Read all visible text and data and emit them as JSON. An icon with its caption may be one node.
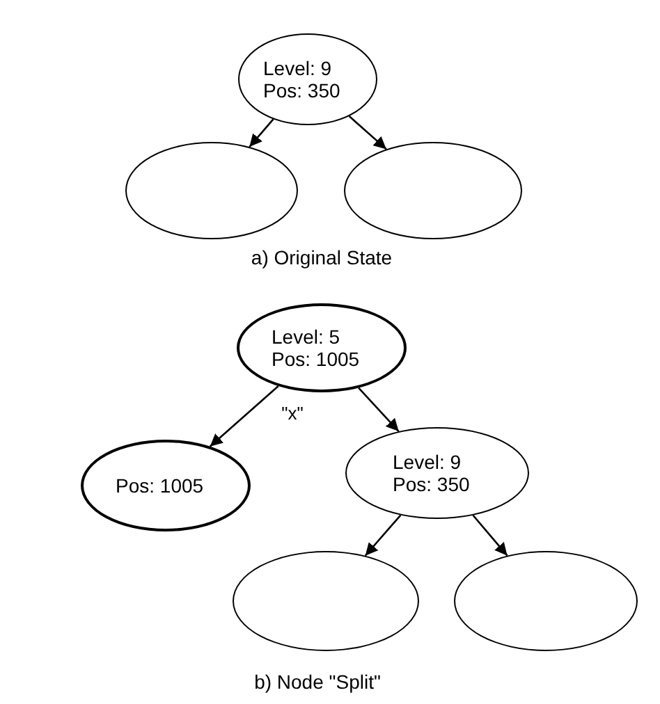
{
  "diagram": {
    "nodes": [
      {
        "text": [
          "Level: 9",
          "Pos: 350"
        ]
      },
      {
        "text": [],
        "shape": "circle"
      },
      {
        "text": [],
        "shape": "circle"
      },
      {
        "text": [
          "Level: 5",
          "Pos: 1005"
        ]
      },
      {
        "text": [
          "Pos: 1005"
        ]
      },
      {
        "text": [
          "Level: 9",
          "Pos: 350"
        ]
      },
      {
        "text": [],
        "shape": "circle"
      },
      {
        "text": [],
        "shape": "circle"
      }
    ],
    "edges": [
      {
        "from": 0,
        "to": 1,
        "arrow": "to"
      },
      {
        "from": 0,
        "to": 2,
        "arrow": "to"
      },
      {
        "from": 3,
        "to": 4,
        "arrow": "to",
        "label": "\"x\""
      },
      {
        "from": 3,
        "to": 5,
        "arrow": "to"
      },
      {
        "from": 5,
        "to": 6,
        "arrow": "to"
      },
      {
        "from": 5,
        "to": 7,
        "arrow": "to"
      }
    ],
    "labels": [
      "a) Original State",
      "b) Node \"Split\""
    ]
  }
}
